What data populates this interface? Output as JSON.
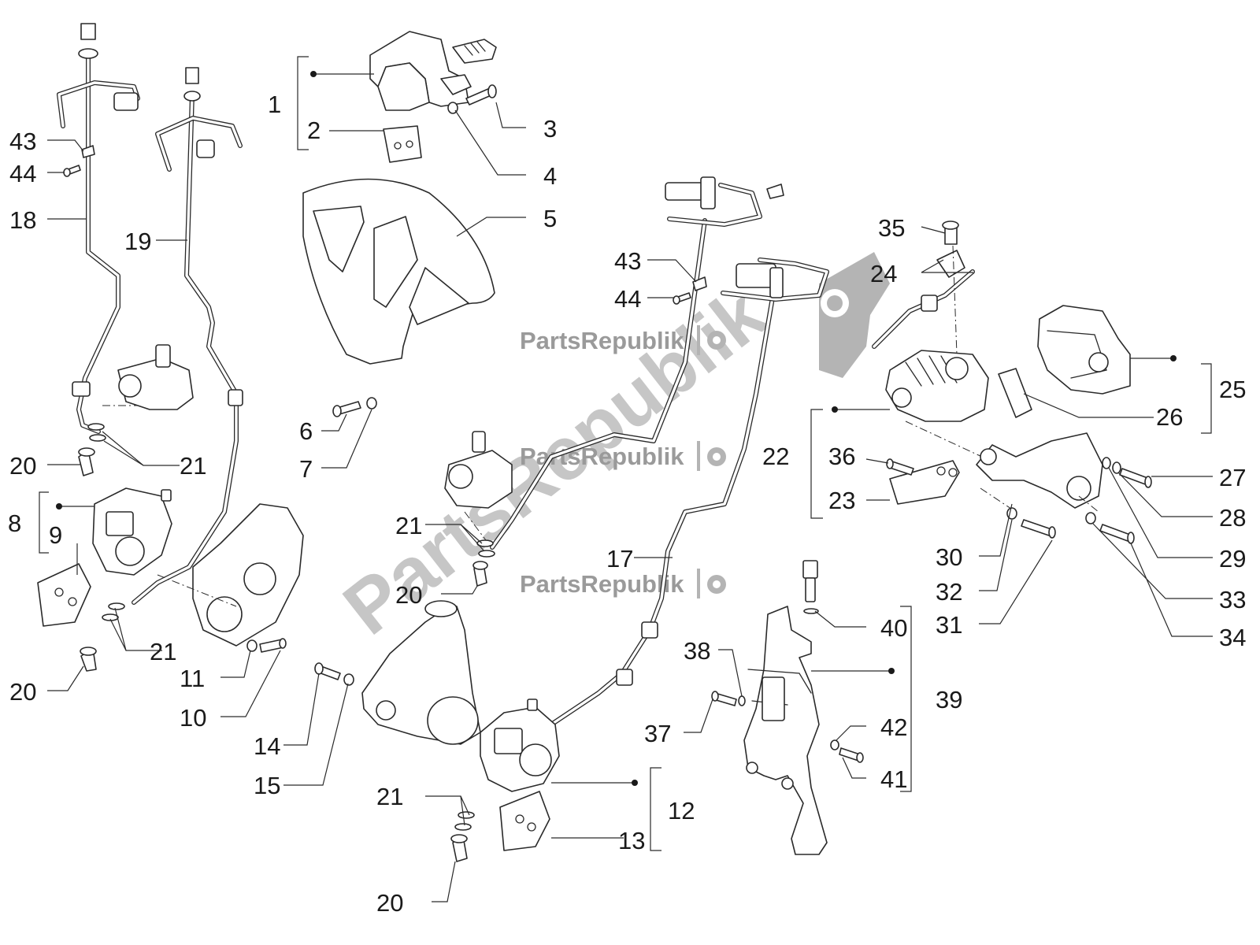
{
  "watermark": {
    "brand": "PartsRepublik",
    "big": "PartsRepublik",
    "icon": "gear-icon"
  },
  "callouts": {
    "c1": "1",
    "c2": "2",
    "c3": "3",
    "c4": "4",
    "c5": "5",
    "c6": "6",
    "c7": "7",
    "c8": "8",
    "c9": "9",
    "c10": "10",
    "c11": "11",
    "c12": "12",
    "c13": "13",
    "c14": "14",
    "c15": "15",
    "c17": "17",
    "c18": "18",
    "c19": "19",
    "c20": "20",
    "c21": "21",
    "c22": "22",
    "c23": "23",
    "c24": "24",
    "c25": "25",
    "c26": "26",
    "c27": "27",
    "c28": "28",
    "c29": "29",
    "c30": "30",
    "c31": "31",
    "c32": "32",
    "c33": "33",
    "c34": "34",
    "c35": "35",
    "c36": "36",
    "c37": "37",
    "c38": "38",
    "c39": "39",
    "c40": "40",
    "c41": "41",
    "c42": "42",
    "c43": "43",
    "c44": "44"
  }
}
